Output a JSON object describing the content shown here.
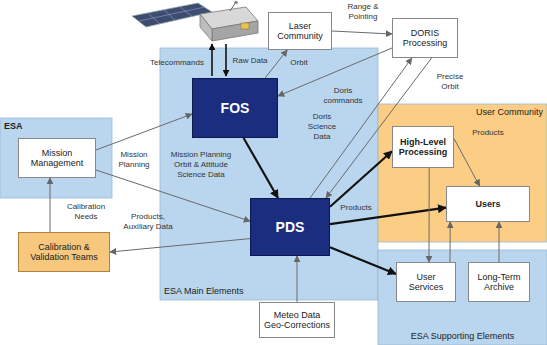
{
  "diagram": {
    "nodes": [
      {
        "text": [
          "ESA"
        ]
      },
      {
        "text": [
          "Mission Management"
        ],
        "in": 0
      },
      {
        "text": [
          "ESA Main Elements"
        ]
      },
      {
        "text": [
          "FOS"
        ],
        "in": 2
      },
      {
        "text": [
          "PDS"
        ],
        "in": 2
      },
      {
        "text": [
          "Laser Community"
        ]
      },
      {
        "text": [
          "DORIS Processing"
        ]
      },
      {
        "text": [
          "User Community"
        ]
      },
      {
        "text": [
          "High-Level Processing"
        ],
        "in": 7
      },
      {
        "text": [
          "Users"
        ],
        "in": 7
      },
      {
        "text": [
          "ESA Supporting Elements"
        ]
      },
      {
        "text": [
          "User Services"
        ],
        "in": 10
      },
      {
        "text": [
          "Long-Term Archive"
        ],
        "in": 10
      },
      {
        "text": [
          "Calibration & Validation Teams"
        ]
      },
      {
        "text": [
          "Meteo Data Geo-Corrections"
        ]
      }
    ],
    "edges": [
      {
        "from": 1,
        "to": 3,
        "arrow": "to"
      },
      {
        "from": 1,
        "to": 4,
        "arrow": "to",
        "label": "Mission Planning"
      },
      {
        "from": 3,
        "to": 4,
        "arrow": "to",
        "label": "Mission Planning Orbit & Attitude Science Data"
      },
      {
        "from": 3,
        "to": 5,
        "arrow": "to",
        "label": "Orbit"
      },
      {
        "from": 5,
        "to": 6,
        "arrow": "to",
        "label": "Range & Pointing"
      },
      {
        "from": 6,
        "to": 3,
        "arrow": "to",
        "label": "Doris commands"
      },
      {
        "from": 4,
        "to": 6,
        "arrow": "to",
        "label": "Doris Science Data"
      },
      {
        "from": 6,
        "to": 4,
        "arrow": "to",
        "label": "Precise Orbit"
      },
      {
        "from": 13,
        "to": 1,
        "arrow": "to",
        "label": "Calibration Needs"
      },
      {
        "from": 4,
        "to": 13,
        "arrow": "to",
        "label": "Products, Auxiliary Data"
      },
      {
        "from": 14,
        "to": 4,
        "arrow": "to"
      },
      {
        "from": 4,
        "to": 8,
        "arrow": "to"
      },
      {
        "from": 4,
        "to": 9,
        "arrow": "to",
        "label": "Products"
      },
      {
        "from": 4,
        "to": 11,
        "arrow": "to"
      },
      {
        "from": 8,
        "to": 9,
        "arrow": "to",
        "label": "Products"
      },
      {
        "from": 8,
        "to": 11,
        "arrow": "to"
      },
      {
        "from": 11,
        "to": 9,
        "arrow": "to"
      },
      {
        "from": 12,
        "to": 9,
        "arrow": "to"
      }
    ],
    "labels": [
      "Telecommands",
      "Raw Data"
    ]
  }
}
